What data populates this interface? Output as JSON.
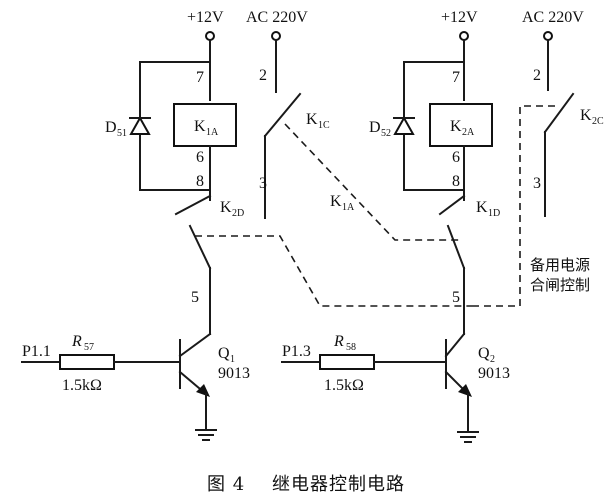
{
  "supply": {
    "plus12v": "+12V",
    "ac220v": "AC 220V"
  },
  "relay1": {
    "coil_main": "K",
    "coil_sub": "1A",
    "contact_c_main": "K",
    "contact_c_sub": "1C",
    "contact_d_main": "K",
    "contact_d_sub": "2D",
    "diode_main": "D",
    "diode_sub": "51",
    "pins": {
      "p7": "7",
      "p6": "6",
      "p8": "8",
      "p2": "2",
      "p3": "3",
      "p5": "5"
    }
  },
  "relay2": {
    "coil_main": "K",
    "coil_sub": "2A",
    "contact_c_main": "K",
    "contact_c_sub": "2C",
    "contact_d_main": "K",
    "contact_d_sub": "1D",
    "diode_main": "D",
    "diode_sub": "52",
    "pins": {
      "p7": "7",
      "p6": "6",
      "p8": "8",
      "p2": "2",
      "p3": "3",
      "p5": "5"
    }
  },
  "link_label": {
    "main": "K",
    "sub": "1A"
  },
  "backup_label": [
    "备用电源",
    "合闸控制"
  ],
  "stage1": {
    "port": "P1.1",
    "res_main": "R",
    "res_sub": "57",
    "res_value": "1.5kΩ",
    "trans_main": "Q",
    "trans_sub": "1",
    "trans_type": "9013"
  },
  "stage2": {
    "port": "P1.3",
    "res_main": "R",
    "res_sub": "58",
    "res_value": "1.5kΩ",
    "trans_main": "Q",
    "trans_sub": "2",
    "trans_type": "9013"
  },
  "caption": "图 4    继电器控制电路"
}
